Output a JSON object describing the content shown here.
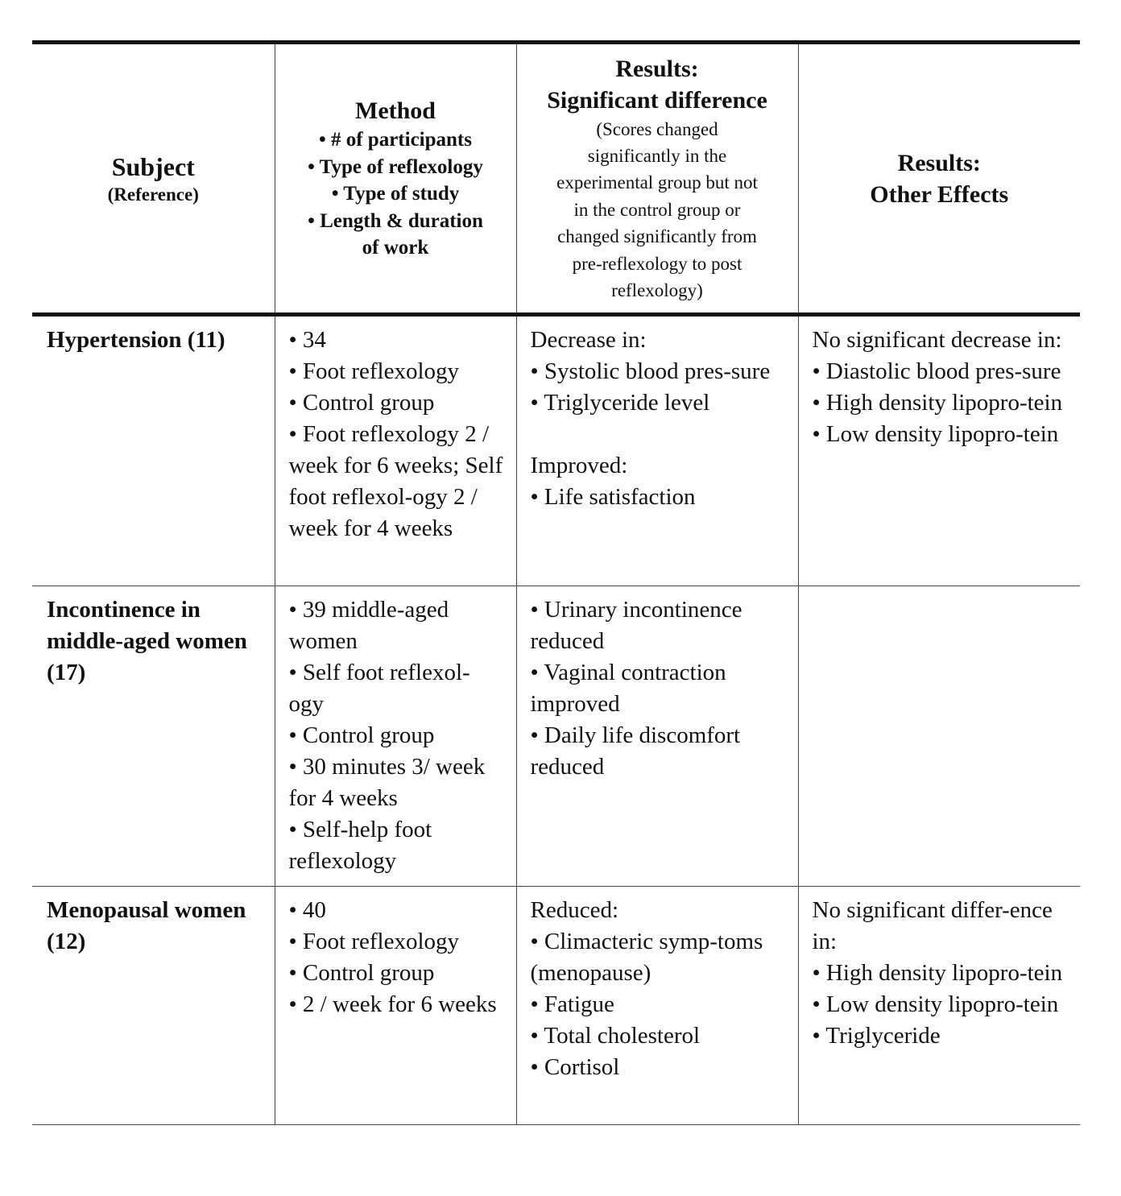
{
  "header": {
    "subject": {
      "title": "Subject",
      "note": "(Reference)"
    },
    "method": {
      "title": "Method",
      "bullets": [
        "• # of participants",
        "• Type of reflexology",
        "• Type of study",
        "• Length & duration",
        "of work"
      ]
    },
    "significant": {
      "title_line1": "Results:",
      "title_line2": "Significant difference",
      "note_lines": [
        "(Scores changed",
        "significantly in the",
        "experimental group but not",
        "in the control group or",
        "changed significantly from",
        "pre-reflexology to post",
        "reflexology)"
      ]
    },
    "other": {
      "title_line1": "Results:",
      "title_line2": "Other Effects"
    }
  },
  "rows": [
    {
      "subject": "Hypertension (11)",
      "method": [
        "• 34",
        "• Foot reflexology",
        "• Control group",
        "• Foot reflexology 2 / week for 6 weeks; Self foot reflexol-ogy 2 / week for 4 weeks"
      ],
      "significant": [
        "Decrease in:",
        "• Systolic blood pres-sure",
        "• Triglyceride level",
        "",
        "Improved:",
        "• Life satisfaction"
      ],
      "other": [
        "No significant decrease in:",
        "• Diastolic blood pres-sure",
        "• High density lipopro-tein",
        "• Low density lipopro-tein"
      ]
    },
    {
      "subject": "Incontinence in middle-aged women (17)",
      "method": [
        "• 39 middle-aged women",
        "• Self foot reflexol-ogy",
        "• Control group",
        "• 30 minutes 3/ week for 4 weeks",
        "• Self-help foot reflexology"
      ],
      "significant": [
        "• Urinary incontinence reduced",
        "• Vaginal contraction improved",
        "• Daily life discomfort reduced"
      ],
      "other": []
    },
    {
      "subject": "Menopausal women (12)",
      "method": [
        "• 40",
        "• Foot reflexology",
        "• Control group",
        "• 2 / week for 6 weeks"
      ],
      "significant": [
        "Reduced:",
        "• Climacteric symp-toms (menopause)",
        "• Fatigue",
        "• Total cholesterol",
        "• Cortisol"
      ],
      "other": [
        "No significant differ-ence in:",
        "• High density lipopro-tein",
        "• Low density lipopro-tein",
        "• Triglyceride"
      ]
    }
  ]
}
